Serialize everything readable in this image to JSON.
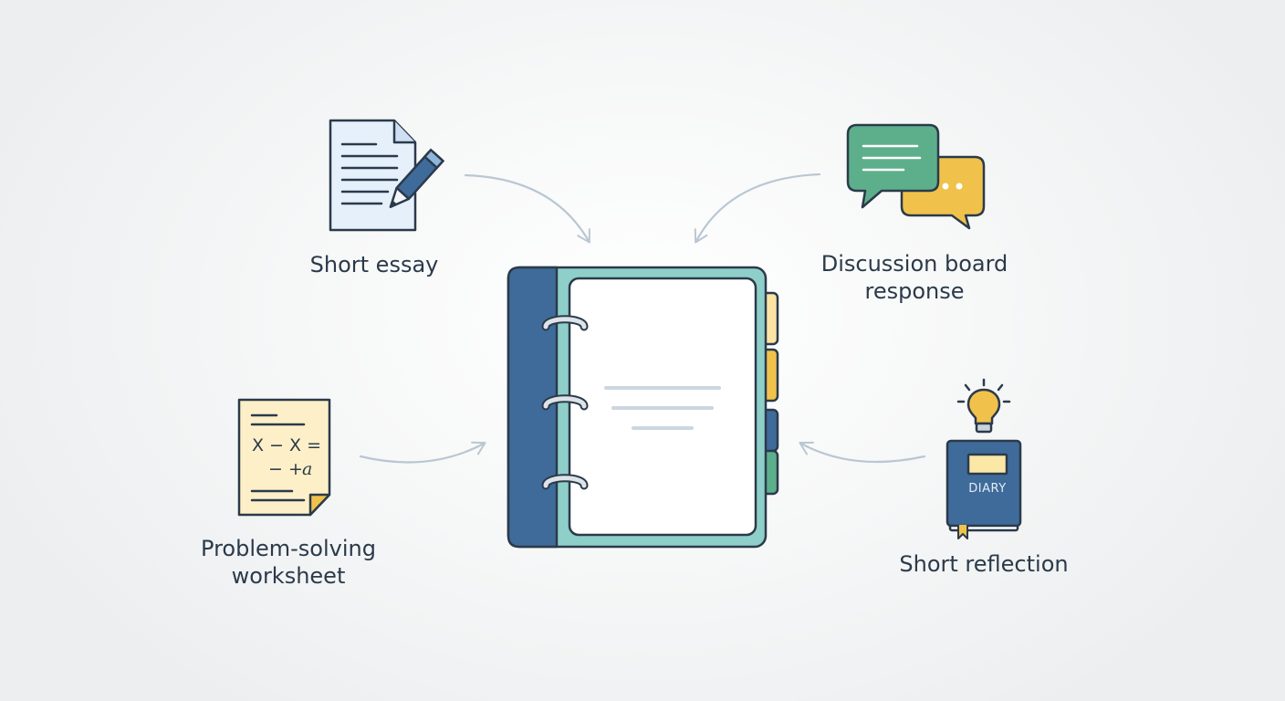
{
  "labels": {
    "essay": "Short essay",
    "discussion_line1": "Discussion board",
    "discussion_line2": "response",
    "worksheet_line1": "Problem-solving",
    "worksheet_line2": "worksheet",
    "reflection": "Short reflection"
  },
  "icons": {
    "essay": "document-with-pen-icon",
    "discussion": "chat-bubbles-icon",
    "worksheet": "math-worksheet-icon",
    "reflection": "diary-with-lightbulb-icon",
    "center": "binder-notebook-icon"
  },
  "worksheet_math": {
    "line1": "X − X =",
    "line2": "− +",
    "line2_var": "a"
  },
  "diary_label": "DIARY",
  "colors": {
    "dark_blue": "#3f6b9a",
    "teal": "#8fcfc9",
    "green": "#5daf8c",
    "yellow": "#f0c24b",
    "light_yellow": "#fbe7a6",
    "outline": "#2b3a4a",
    "arrow": "#b9c7d3"
  }
}
